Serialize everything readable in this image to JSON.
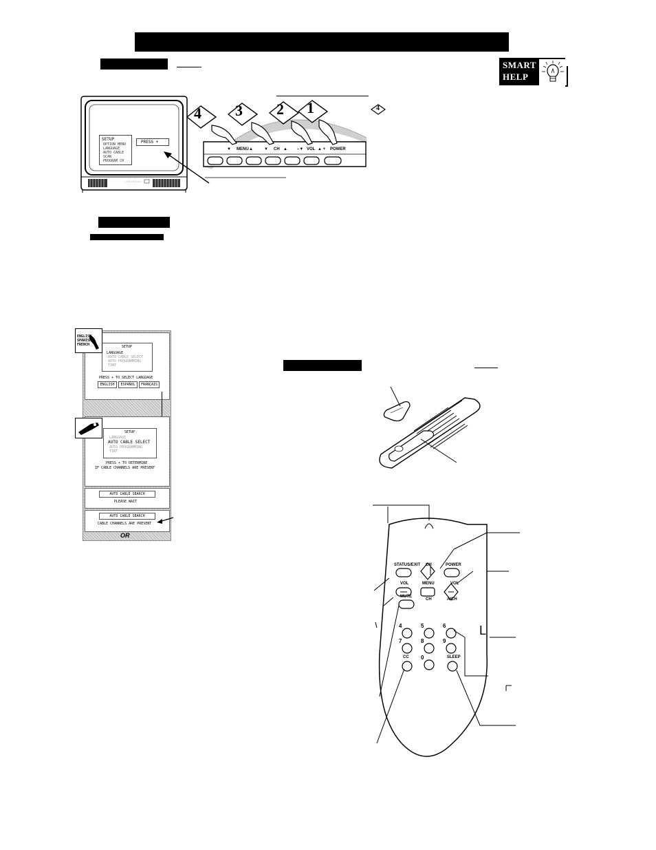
{
  "smart_help": {
    "line1": "SMART",
    "line2": "HELP"
  },
  "tv_screen": {
    "menu_title": "SETUP",
    "menu_items": [
      "OPTION MENU",
      "LANGUAGE",
      "AUTO CABLE",
      "SCAN",
      "PROGRAM CH"
    ],
    "press_box": "PRESS +"
  },
  "tv_panel": {
    "steps": [
      "4",
      "3",
      "2",
      "1"
    ],
    "labels": [
      "▼",
      "MENU",
      "▲",
      "▼",
      "CH",
      "▲",
      "–▼",
      "VOL",
      "▲ +",
      "POWER"
    ],
    "callout_step": "4"
  },
  "setup_screens": {
    "hand_card_words": [
      "ENGLISH",
      "SPANISH",
      "FRENCH"
    ],
    "screen1": {
      "title": "SETUP",
      "items": [
        "LANGUAGE",
        "AUTO CABLE SELECT",
        "AUTO PROGRAMMING",
        "TINT"
      ],
      "prompt": "PRESS + TO SELECT LANGUAGE",
      "options": [
        "ENGLISH",
        "ESPAÑOL",
        "FRANÇAIS"
      ]
    },
    "screen2": {
      "title": "SETUP",
      "items": [
        "LANGUAGE",
        "AUTO CABLE SELECT",
        "AUTO PROGRAMMING",
        "TINT"
      ],
      "prompt_line1": "PRESS + TO DETERMINE",
      "prompt_line2": "IF CABLE CHANNELS ARE PRESENT"
    },
    "screen3": {
      "box": "AUTO CABLE SEARCH",
      "text": "PLEASE WAIT"
    },
    "screen4": {
      "box": "AUTO CABLE SEARCH",
      "text": "CABLE CHANNELS ARE PRESENT"
    },
    "or_label": "OR"
  },
  "remote": {
    "buttons_row1": [
      "STATUS/EXIT",
      "CH",
      "POWER"
    ],
    "buttons_row2": [
      "VOL",
      "MENU",
      "VOL"
    ],
    "sub_labels": [
      "CH",
      "A/CH"
    ],
    "mute": "MUTE",
    "digits": [
      "4",
      "5",
      "6",
      "7",
      "8",
      "9",
      "0"
    ],
    "cc": "CC",
    "sleep": "SLEEP"
  },
  "side_marks": {
    "l_mark": "L"
  }
}
